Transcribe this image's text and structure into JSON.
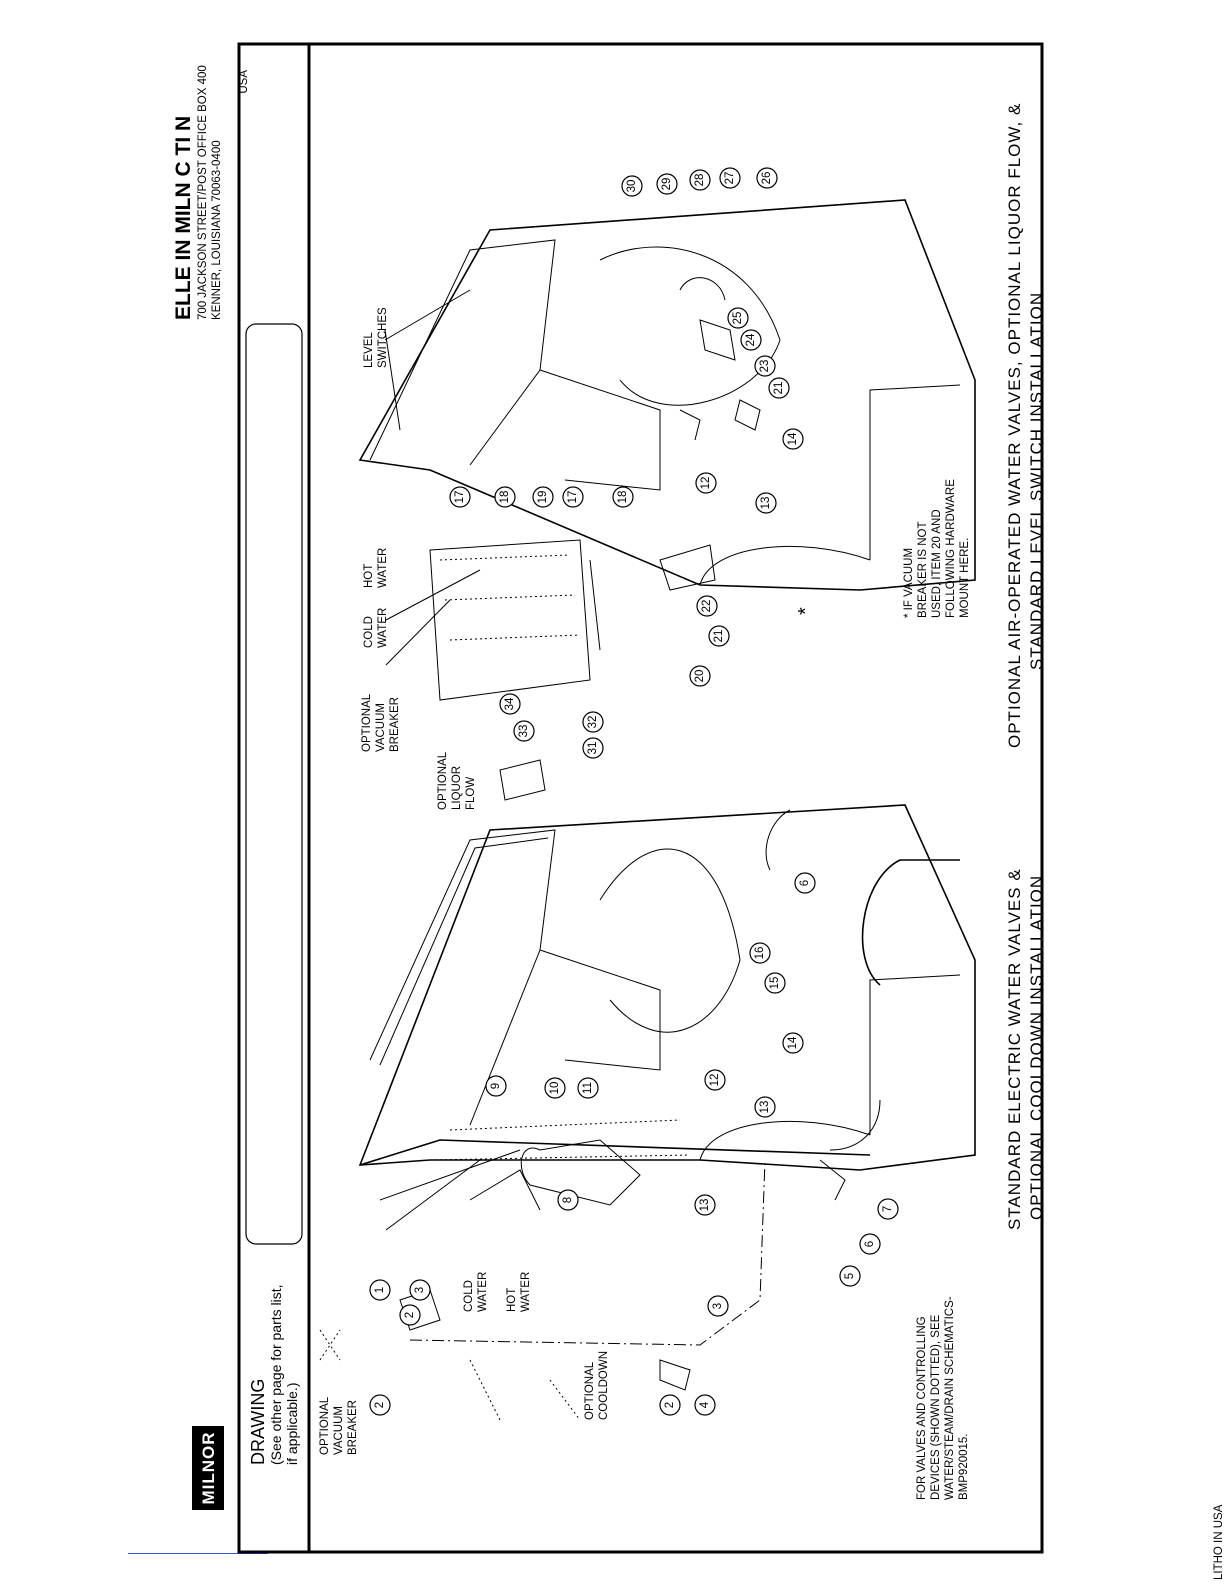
{
  "header": {
    "title_line1": "ELLE IN MILN  C     TI N",
    "title_line2": "700 JACKSON STREET/POST OFFICE BOX 400",
    "title_line3": "KENNER, LOUISIANA 70063-0400",
    "title_line4": "USA"
  },
  "brand": {
    "logo_text": "MILNOR"
  },
  "drawing_note": {
    "line1": "DRAWING",
    "line2": "(See other page for parts list,",
    "line3": "if applicable.)"
  },
  "footer": {
    "litho": "LITHO IN USA"
  },
  "left_view": {
    "title_line1": "STANDARD ELECTRIC WATER VALVES &",
    "title_line2": "OPTIONAL COOLDOWN INSTALLATION",
    "labels": {
      "optional_vacuum_breaker": [
        "OPTIONAL",
        "VACUUM",
        "BREAKER"
      ],
      "optional_cooldown": [
        "OPTIONAL",
        "COOLDOWN"
      ],
      "cold_water": [
        "COLD",
        "WATER"
      ],
      "hot_water": [
        "HOT",
        "WATER"
      ],
      "valves_note": [
        "FOR VALVES AND CONTROLLING",
        "DEVICES (SHOWN DOTTED), SEE",
        "WATER/STEAM/DRAIN SCHEMATICS-",
        "BMP920015."
      ]
    },
    "callouts": [
      "1",
      "2",
      "2",
      "3",
      "2",
      "4",
      "3",
      "5",
      "6",
      "7",
      "8",
      "9",
      "10",
      "11",
      "12",
      "13",
      "13",
      "14",
      "15",
      "16",
      "6"
    ]
  },
  "right_view": {
    "title_line1": "OPTIONAL AIR-OPERATED WATER VALVES, OPTIONAL LIQUOR FLOW, &",
    "title_line2": "STANDARD LEVEL SWITCH INSTALLATION",
    "labels": {
      "optional_liquor_flow": [
        "OPTIONAL",
        "LIQUOR",
        "FLOW"
      ],
      "optional_vacuum_breaker": [
        "OPTIONAL",
        "VACUUM",
        "BREAKER"
      ],
      "cold_water": [
        "COLD",
        "WATER"
      ],
      "hot_water": [
        "HOT",
        "WATER"
      ],
      "level_switches": [
        "LEVEL",
        "SWITCHES"
      ],
      "vacuum_note": [
        "* IF VACUUM",
        "BREAKER IS NOT",
        "USED, ITEM 20 AND",
        "FOLLOWING HARDWARE",
        "MOUNT HERE."
      ],
      "asterisk": "*"
    },
    "callouts": [
      "17",
      "18",
      "19",
      "17",
      "18",
      "12",
      "13",
      "14",
      "20",
      "21",
      "22",
      "21",
      "23",
      "24",
      "25",
      "26",
      "27",
      "28",
      "29",
      "30",
      "31",
      "32",
      "33",
      "34"
    ]
  }
}
